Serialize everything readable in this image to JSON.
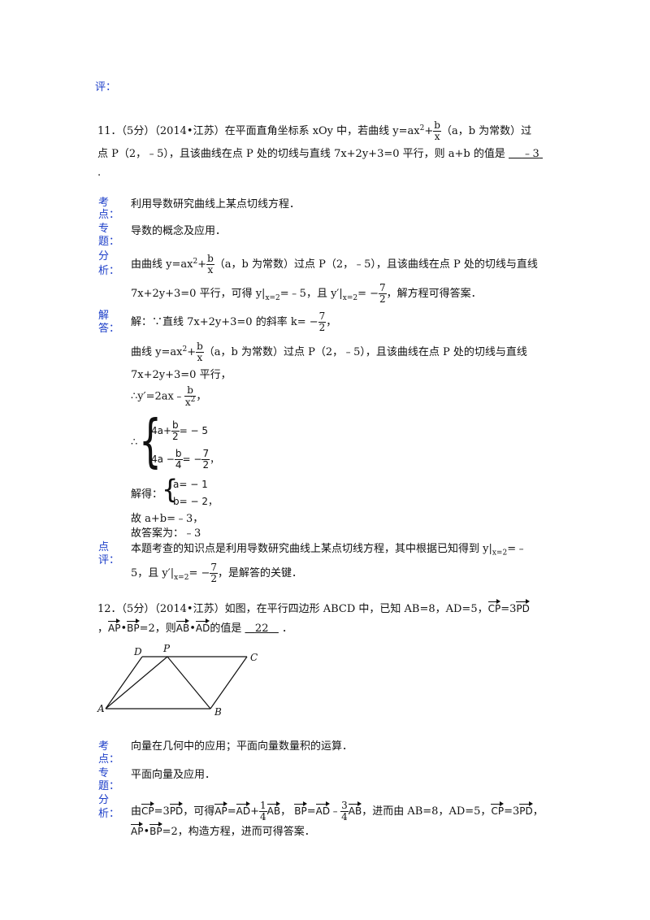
{
  "labels": {
    "ping_top": "评：",
    "kao1": "考",
    "kao2": "点：",
    "zhuan1": "专",
    "zhuan2": "题：",
    "fen1": "分",
    "fen2": "析：",
    "jie1": "解",
    "jie2": "答：",
    "dian1": "点",
    "dian2": "评："
  },
  "q11": {
    "line1a": "11．（5分）（2014•江苏）在平面直角坐标系 xOy 中，若曲线 y=ax",
    "sup2": "2",
    "plus": "+",
    "frac_b": "b",
    "frac_x": "x",
    "line1b": "（a，b 为常数）过",
    "line2": "点 P（2，﹣5），且该曲线在点 P 处的切线与直线 7x+2y+3=0 平行，则 a+b 的值是",
    "answer": "﹣3",
    "dot": ".",
    "kaodian": "利用导数研究曲线上某点切线方程．",
    "zhuanti": "导数的概念及应用．",
    "fenxi1a": "由曲线 y=ax",
    "fenxi1b": "（a，b 为常数）过点 P（2，﹣5），且该曲线在点 P 处的切线与直线",
    "fenxi2a": "7x+2y+3=0 平行，可得 y|",
    "fenxi2sub": "x=2",
    "fenxi2b": "=﹣5，且 y′|",
    "fenxi2c": "= −",
    "seven": "7",
    "two": "2",
    "fenxi2d": "，解方程可得答案．",
    "jie1": "解：∵直线 7x+2y+3=0 的斜率 k= −",
    "jie1end": "，",
    "jie2a": "曲线 y=ax",
    "jie2b": "（a，b 为常数）过点 P（2，﹣5），且该曲线在点 P 处的切线与直线",
    "jie3": "7x+2y+3=0 平行，",
    "deriv_a": "∴y′=2ax﹣",
    "deriv_den": "x",
    "comma": "，",
    "therefore": "∴",
    "sys1": "4a+",
    "sys1b": "= − 5",
    "sys2": "4a −",
    "sys2b": "= −",
    "four": "4",
    "jiede": "解得：",
    "sol1": "a= − 1",
    "sol2": "b= − 2",
    "gu1": "故 a+b=﹣3，",
    "gu2": "故答案为：﹣3",
    "dianping1": "本题考查的知识点是利用导数研究曲线上某点切线方程，其中根据已知得到 y|",
    "dianping1b": "=﹣",
    "dianping2a": "5，且 y′|",
    "dianping2b": "= −",
    "dianping2c": "，是解答的关键．"
  },
  "q12": {
    "line1": "12．（5分）（2014•江苏）如图，在平行四边形 ABCD 中，已知 AB=8，AD=5，",
    "CP": "CP",
    "PD": "PD",
    "AP": "AP",
    "BP": "BP",
    "AB": "AB",
    "AD": "AD",
    "eq3": "=3",
    "dotop": "•",
    "eq2": "=2，则",
    "valtext": "的值是",
    "answer": "22",
    "period": "．",
    "fig": {
      "A": "A",
      "B": "B",
      "C": "C",
      "D": "D",
      "P": "P"
    },
    "kaodian": "向量在几何中的应用；平面向量数量积的运算．",
    "zhuanti": "平面向量及应用．",
    "f1a": "由",
    "f1b": "，可得",
    "eq": "=",
    "plus": "+",
    "minus": "﹣",
    "one": "1",
    "three": "3",
    "four": "4",
    "comma": "，",
    "f1c": "，进而由 AB=8，AD=5，",
    "f2": "=2，构造方程，进而可得答案．"
  }
}
